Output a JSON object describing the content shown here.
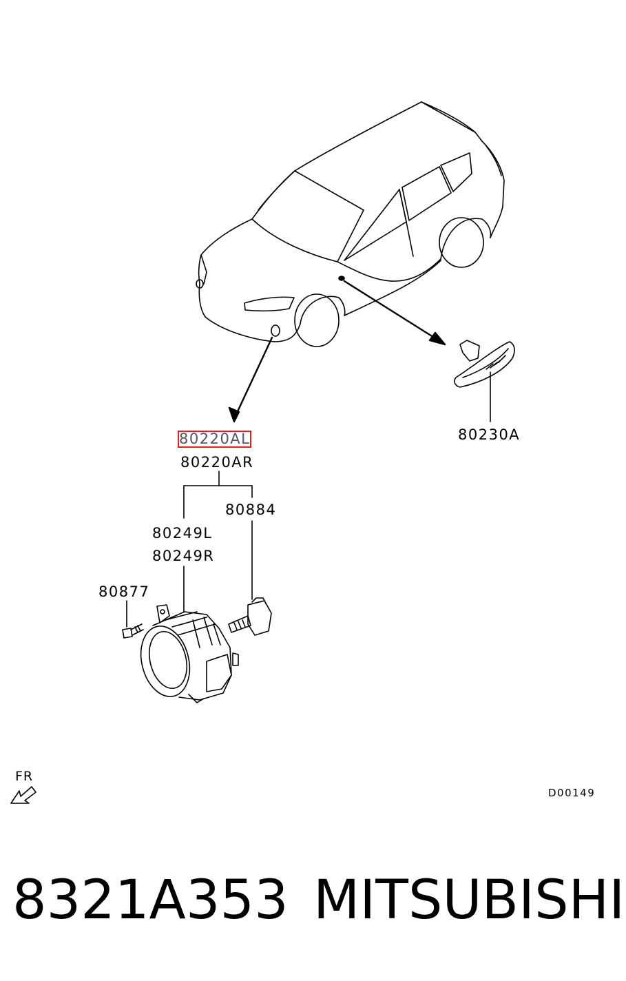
{
  "parts": {
    "fog_lamp_left": "80220AL",
    "fog_lamp_right": "80220AR",
    "side_turn_lamp": "80230A",
    "bulb": "80884",
    "bezel_left": "80249L",
    "bezel_right": "80249R",
    "screw": "80877"
  },
  "direction": {
    "label": "FR"
  },
  "diagram_code": "D00149",
  "caption": {
    "part_number": "8321A353",
    "brand": "MITSUBISHI"
  },
  "highlight_color": "#e02020"
}
